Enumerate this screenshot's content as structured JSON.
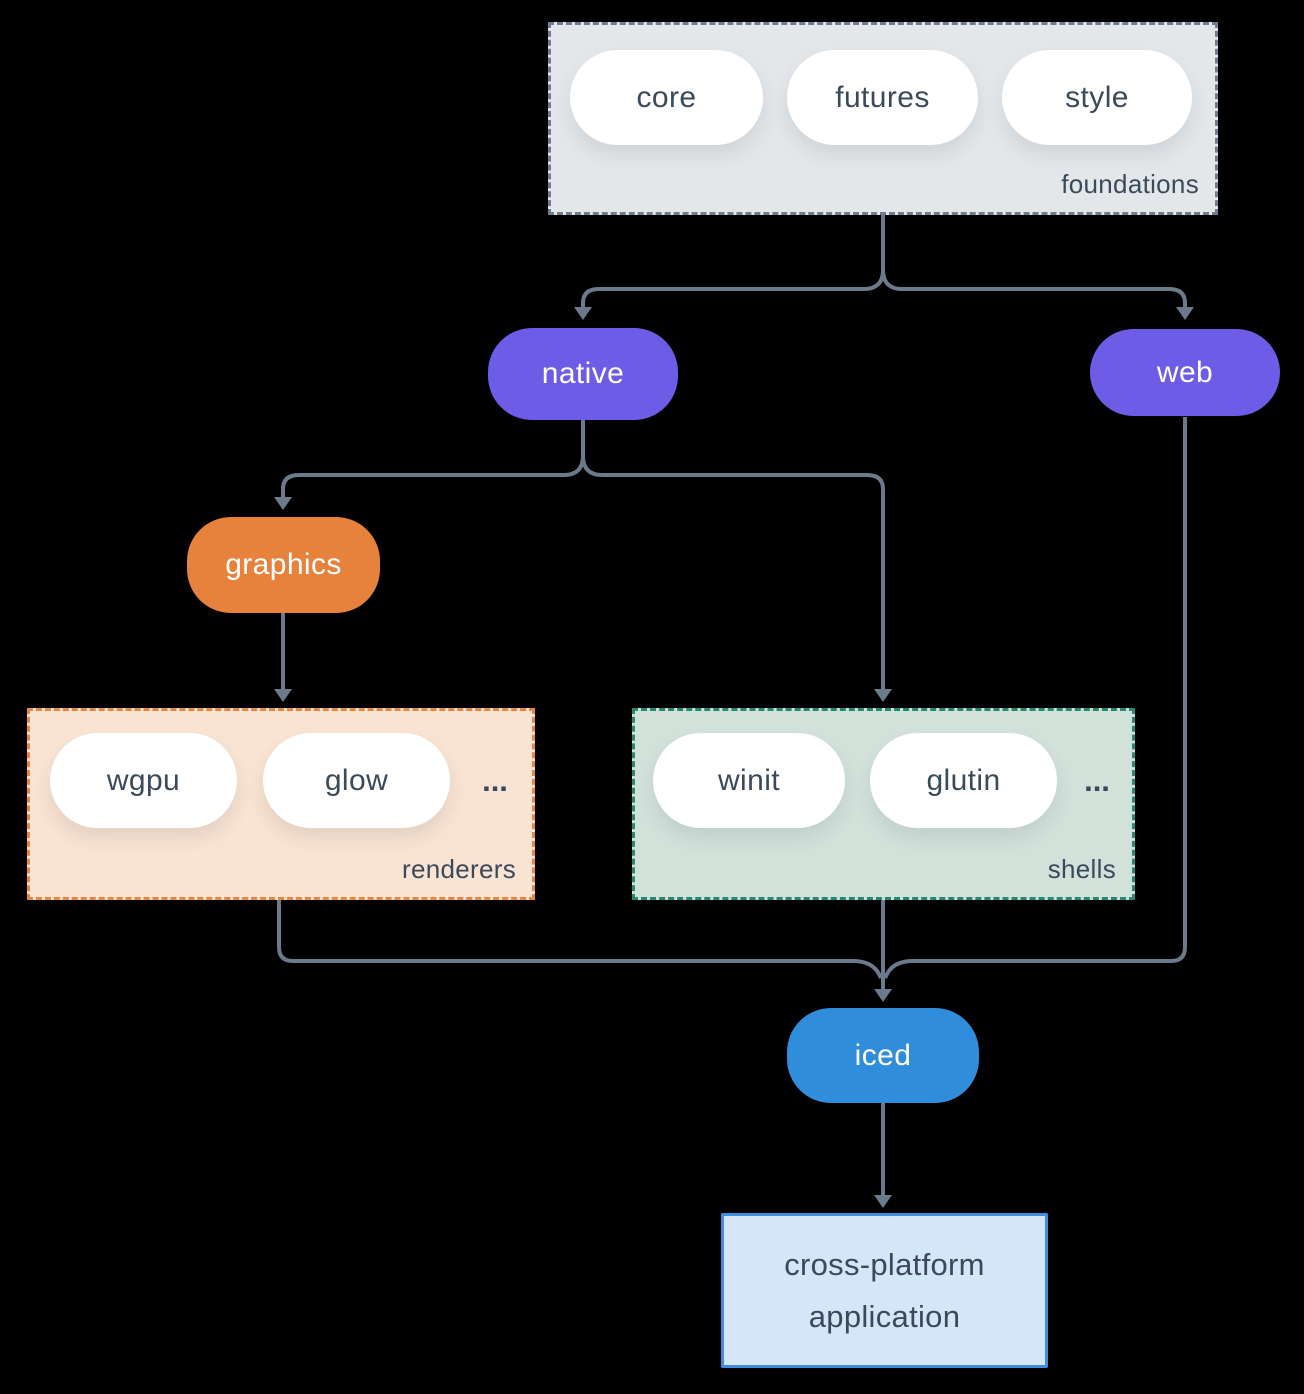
{
  "colors": {
    "background": "#000000",
    "arrow": "#6b7b8c",
    "node-text-dark": "#3b4a5a",
    "purple": "#6d5ce6",
    "orange": "#e6823c",
    "blue": "#2f8ddc",
    "foundations-fill": "#e3e7ea",
    "foundations-border": "#6e7e8f",
    "renderers-fill": "#f9e3d2",
    "renderers-border": "#e8873f",
    "shells-fill": "#d3e1db",
    "shells-border": "#268a72",
    "app-fill": "#d4e6f7",
    "app-border": "#3d8fde",
    "pill-fill": "#ffffff"
  },
  "diagram": {
    "foundations": {
      "label": "foundations",
      "pills": [
        "core",
        "futures",
        "style"
      ]
    },
    "native": {
      "label": "native"
    },
    "web": {
      "label": "web"
    },
    "graphics": {
      "label": "graphics"
    },
    "renderers": {
      "label": "renderers",
      "pills": [
        "wgpu",
        "glow"
      ],
      "ellipsis": "..."
    },
    "shells": {
      "label": "shells",
      "pills": [
        "winit",
        "glutin"
      ],
      "ellipsis": "..."
    },
    "iced": {
      "label": "iced"
    },
    "application": {
      "line1": "cross-platform",
      "line2": "application"
    }
  }
}
